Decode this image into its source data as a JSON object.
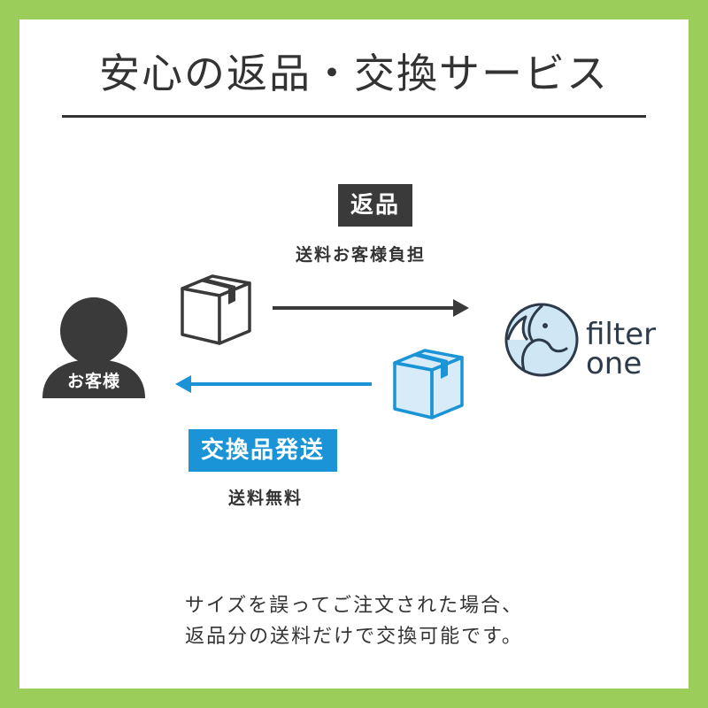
{
  "title": "安心の返品・交換サービス",
  "return_flow": {
    "badge": "返品",
    "note": "送料お客様負担"
  },
  "exchange_flow": {
    "badge": "交換品発送",
    "note": "送料無料"
  },
  "customer": {
    "label": "お客様",
    "icon": "person-icon"
  },
  "logo": {
    "line1": "filter",
    "line2": "one",
    "icon": "dog-logo-icon"
  },
  "footer": {
    "line1": "サイズを誤ってご注文された場合、",
    "line2": "返品分の送料だけで交換可能です。"
  },
  "colors": {
    "border": "#9acd5a",
    "dark": "#3a3a3a",
    "accent_blue": "#1a94d6"
  }
}
